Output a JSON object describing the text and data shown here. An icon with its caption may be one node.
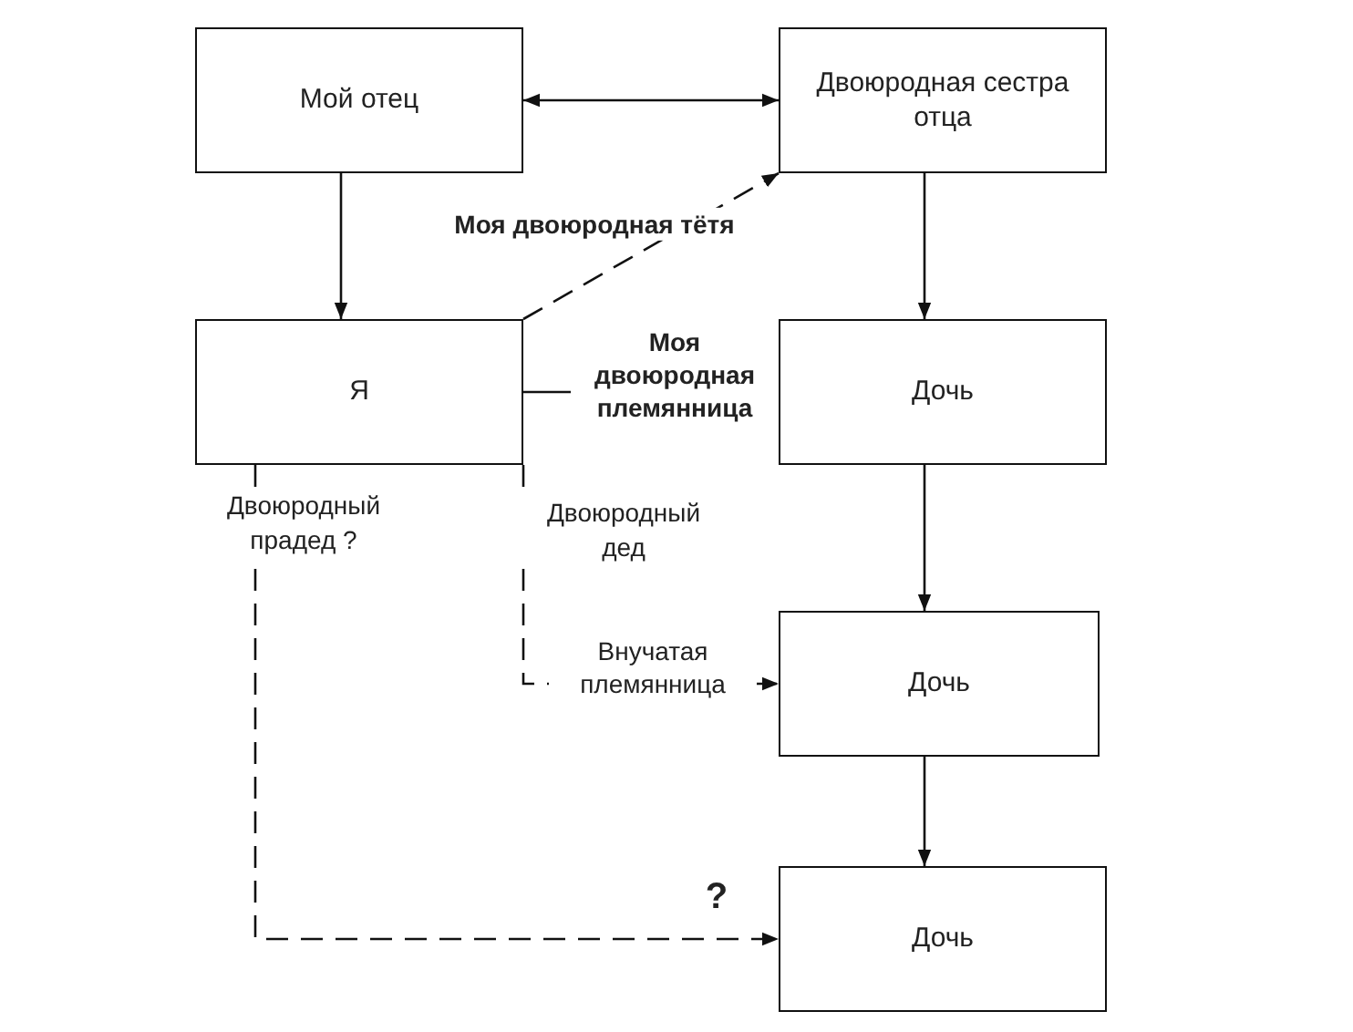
{
  "diagram": {
    "nodes": [
      {
        "text": [
          "Мой отец"
        ]
      },
      {
        "text": [
          "Двоюродная сестра отца"
        ]
      },
      {
        "text": [
          "Я"
        ]
      },
      {
        "text": [
          "Дочь"
        ]
      },
      {
        "text": [
          "Дочь"
        ]
      },
      {
        "text": [
          "Дочь"
        ]
      }
    ],
    "edges": [
      {
        "from": 0,
        "to": 1,
        "arrow": "both"
      },
      {
        "from": 0,
        "to": 2,
        "arrow": "to"
      },
      {
        "from": 1,
        "to": 3,
        "arrow": "to"
      },
      {
        "from": 2,
        "to": 1,
        "arrow": "to",
        "style": "dashed",
        "label": "Моя двоюродная тётя"
      },
      {
        "from": 2,
        "to": 3,
        "arrow": "to",
        "label": "Моя двоюродная племянница"
      },
      {
        "from": 3,
        "to": 4,
        "arrow": "to"
      },
      {
        "from": 2,
        "to": 4,
        "arrow": "to",
        "style": "dashed",
        "label": "Внучатая племянница"
      },
      {
        "from": 4,
        "to": 5,
        "arrow": "to"
      },
      {
        "from": 2,
        "to": 5,
        "arrow": "to",
        "style": "dashed",
        "label": "?"
      }
    ],
    "labels": [
      "Двоюродный прадед ?",
      "Двоюродный дед"
    ]
  }
}
